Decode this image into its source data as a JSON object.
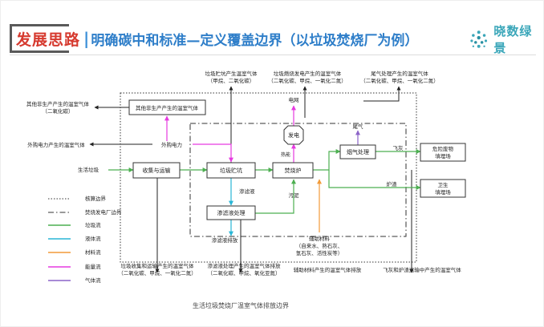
{
  "header": {
    "title_main": "发展思路",
    "title_sep": "|",
    "title_sub": "明确碳中和标准—定义覆盖边界（以垃圾焚烧厂为例）",
    "logo_text": "晓数绿景"
  },
  "colors": {
    "title_red": "#d63a2f",
    "title_blue": "#2e7ec9",
    "garbage_flow": "#4caf50",
    "liquid_flow": "#29b6d6",
    "material_flow": "#f29a38",
    "energy_flow": "#e63ae0",
    "gas_flow": "#8c64c8",
    "logo": "#3aa6b9"
  },
  "diagram": {
    "nodes": {
      "other_production": "其他非生产产生的温室气体",
      "collection": "收集与运输",
      "pit": "垃圾贮坑",
      "incinerator": "焚烧炉",
      "flue_treatment": "烟气处理",
      "leachate_treatment": "渗滤液处理",
      "generator": "发电",
      "hazardous_landfill": [
        "危险废物",
        "填埋场"
      ],
      "sanitary_landfill": [
        "卫生",
        "填埋场"
      ]
    },
    "labels": {
      "pit_gas_top": [
        "垃圾贮坑产生温室气体",
        "（甲烷、二氧化碳）"
      ],
      "burn_gas_top": [
        "垃圾燃烧发电产生的温室气体",
        "（二氧化碳、甲烷、一氧化二氮）"
      ],
      "tail_gas_top": [
        "尾气处理产生的温室气体",
        "（二氧化碳、甲烷、一氧化二氮）"
      ],
      "other_left": [
        "其他非生产产生的温室气体",
        "（二氧化碳）"
      ],
      "purchased_power_left": "外购电力产生的温室气体",
      "purchased_power": "外购电力",
      "msw": "生活垃圾",
      "grid": "电网",
      "heat": "热能",
      "leachate": "渗滤液",
      "sludge": "污泥",
      "tail_gas": "尾气",
      "fly_ash": "飞灰",
      "bottom_ash": "炉渣",
      "leachate_discharge": "渗滤液排放",
      "aux_materials": [
        "辅助材料",
        "（自来水、熟石灰、",
        "氢石灰、活性炭等）"
      ],
      "bottom_collection": [
        "垃圾收集和运输产生的温室气体",
        "（二氧化碳、甲烷、一氧化二氮）"
      ],
      "bottom_leachate": [
        "渗滤液处理产生的温室气体排放",
        "（二氧化碳、甲烷、氧化亚氮）"
      ],
      "bottom_aux": "辅助材料产生的温室气体排放",
      "bottom_ash_transport": "飞灰和炉渣运输中产生的温室气体",
      "boundary_caption": "生活垃圾焚烧厂温室气体排放边界"
    },
    "legend": [
      {
        "label": "核算边界",
        "style": "dotted"
      },
      {
        "label": "焚烧发电厂边界",
        "style": "dashdot"
      },
      {
        "label": "垃圾流",
        "style": "garbage"
      },
      {
        "label": "液体流",
        "style": "liquid"
      },
      {
        "label": "材料流",
        "style": "material"
      },
      {
        "label": "能量流",
        "style": "energy"
      },
      {
        "label": "气体流",
        "style": "gas"
      }
    ]
  }
}
